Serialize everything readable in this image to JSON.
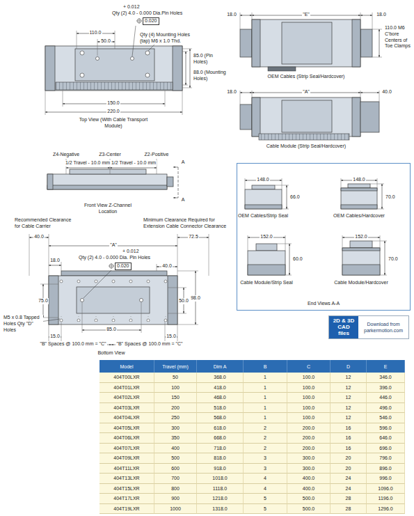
{
  "diagram": {
    "nodes": [
      {
        "text": [
          "End Views A-A"
        ]
      },
      {
        "text": [
          "2D & 3D CAD files",
          "Download from parkermotion.com"
        ]
      }
    ],
    "labels": [
      "110.0",
      "50.0",
      "+ 0.012",
      "Qty (2) 4.0 - 0.000 Dia.Pin Holes",
      "0.020",
      "Qty (4) Mounting Holes (tap) M6 x 1.0 Thd.",
      "85.0 (Pin Holes)",
      "88.0 (Mounting Holes)",
      "150.0",
      "220.0",
      "Top View (With Cable Transport Module)",
      "18.0",
      "\"E\"",
      "18.0",
      "110.0 M6 C'bore Centers of Toe Clamps",
      "OEM Cables (Strip Seal/Hardcover)",
      "18.0",
      "\"A\"",
      "40.0",
      "Cable Module (Strip Seal/Hardcover)",
      "Z4-Negative",
      "Z3-Center",
      "Z2-Positive",
      "1/2 Travel - 10.0 mm",
      "1/2 Travel - 10.0 mm",
      "A",
      "A",
      "Front View Z-Channel Location",
      "Recommended Clearance for Cable Carrier",
      "Minimum Clearance Required for Extension Cable Connector Clearance",
      "40.0",
      "\"A\"",
      "72.5",
      "18.0",
      "+ 0.012",
      "Qty (2) 4.0 - 0.000 Dia. Pin Holes",
      "0.020",
      "40.0",
      "75.0",
      "50.0",
      "98.0",
      "M5 x 0.8 Tapped Holes Qty \"D\" Holes",
      "85.0",
      "15.0",
      "15.0",
      "\"B\" Spaces @ 100.0 mm = \"C\"",
      "\"B\" Spaces @ 100.0 mm = \"C\"",
      "Bottom View",
      "148.0",
      "66.0",
      "OEM Cables/Strip Seal",
      "148.0",
      "70.0",
      "OEM Cables/Hardcover",
      "152.0",
      "60.0",
      "Cable Module/Strip Seal",
      "152.0",
      "70.0",
      "Cable Module/Hardcover",
      "Model",
      "Travel (mm)",
      "Dim A",
      "B",
      "C",
      "D",
      "E",
      "404T00LXR",
      "50",
      "368.0",
      "1",
      "100.0",
      "12",
      "346.0",
      "404T01LXR",
      "100",
      "418.0",
      "1",
      "100.0",
      "12",
      "396.0",
      "404T02LXR",
      "150",
      "468.0",
      "1",
      "100.0",
      "12",
      "446.0",
      "404T03LXR",
      "200",
      "518.0",
      "1",
      "100.0",
      "12",
      "496.0",
      "404T04LXR",
      "250",
      "568.0",
      "1",
      "100.0",
      "12",
      "546.0",
      "404T05LXR",
      "300",
      "618.0",
      "2",
      "200.0",
      "16",
      "596.0",
      "404T06LXR",
      "350",
      "668.0",
      "2",
      "200.0",
      "16",
      "646.0",
      "404T07LXR",
      "400",
      "718.0",
      "2",
      "200.0",
      "16",
      "696.0",
      "404T09LXR",
      "500",
      "818.0",
      "3",
      "300.0",
      "20",
      "796.0",
      "404T11LXR",
      "600",
      "918.0",
      "3",
      "300.0",
      "20",
      "896.0",
      "404T13LXR",
      "700",
      "1018.0",
      "4",
      "400.0",
      "24",
      "996.0",
      "404T15LXR",
      "800",
      "1118.0",
      "4",
      "400.0",
      "24",
      "1096.0",
      "404T17LXR",
      "900",
      "1218.0",
      "5",
      "500.0",
      "28",
      "1196.0",
      "404T19LXR",
      "1000",
      "1318.0",
      "5",
      "500.0",
      "28",
      "1296.0"
    ]
  }
}
